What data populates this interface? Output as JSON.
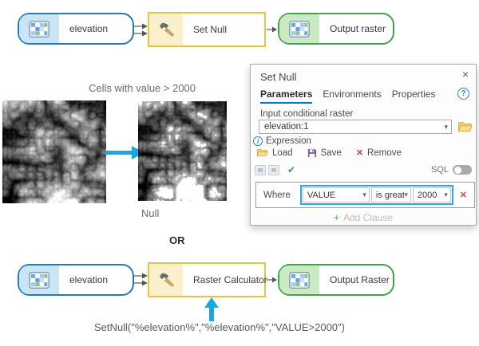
{
  "icons": {
    "close": "×",
    "help": "?",
    "caret": "▾",
    "check": "✔",
    "cross": "✕",
    "plus": "+",
    "info": "i"
  },
  "top_model": {
    "input_label": "elevation",
    "tool_label": "Set Null",
    "output_label": "Output raster"
  },
  "bottom_model": {
    "input_label": "elevation",
    "tool_label": "Raster Calculator",
    "output_label": "Output Raster"
  },
  "figure": {
    "caption": "Cells with value > 2000",
    "null_label": "Null",
    "or_label": "OR",
    "formula": "SetNull(\"%elevation%\",\"%elevation%\",\"VALUE>2000\")"
  },
  "dialog": {
    "title": "Set Null",
    "tabs": [
      "Parameters",
      "Environments",
      "Properties"
    ],
    "input_raster_label": "Input conditional raster",
    "input_raster_value": "elevation:1",
    "expression_label": "Expression",
    "load_label": "Load",
    "save_label": "Save",
    "remove_label": "Remove",
    "sql_label": "SQL",
    "where_label": "Where",
    "clause_field": "VALUE",
    "clause_operator": "is great",
    "clause_value": "2000",
    "add_clause_label": "Add Clause"
  },
  "colors": {
    "input_node_border": "#2579BD",
    "tool_node_border": "#E7C63E",
    "output_node_border": "#42A447",
    "arrow_cyan": "#18A9E2",
    "tab_active_underline": "#0079C1",
    "clause_highlight": "#2FA8DC"
  }
}
